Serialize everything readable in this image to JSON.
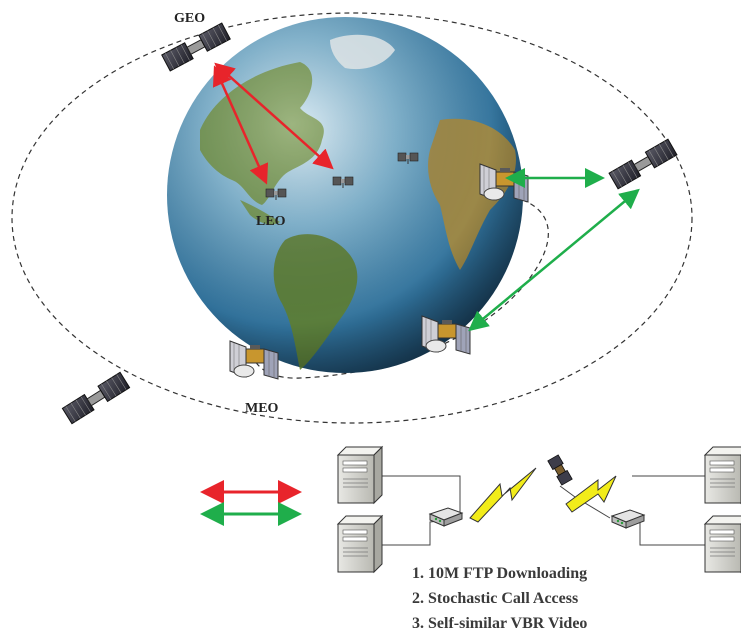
{
  "diagram": {
    "orbit_labels": {
      "geo": "GEO",
      "leo": "LEO",
      "meo": "MEO"
    },
    "traffic_types": [
      "1. 10M FTP Downloading",
      "2. Stochastic Call Access",
      "3. Self-similar VBR Video"
    ],
    "colors": {
      "red_link": "#e8242b",
      "green_link": "#1fae4b",
      "orbit_line": "#333333",
      "lightning": "#f2ec1a",
      "ocean": "#2f7fa8",
      "land": "#6f8f3a"
    },
    "icons": [
      "satellite-icon",
      "server-icon",
      "router-icon",
      "lightning-icon",
      "globe-icon"
    ]
  }
}
